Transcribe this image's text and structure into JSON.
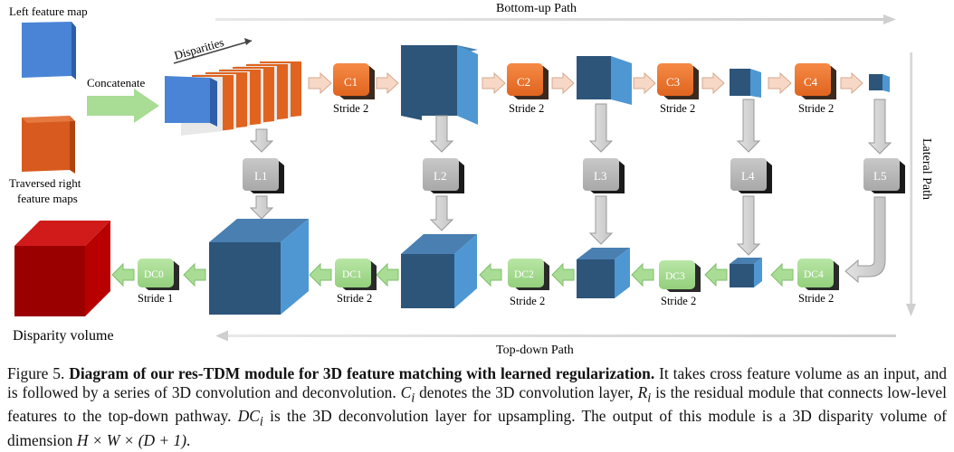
{
  "figure": {
    "left_feature_label": "Left feature map",
    "concatenate_label": "Concatenate",
    "disparities_label": "Disparities",
    "traversed_label_line1": "Traversed right",
    "traversed_label_line2": "feature maps",
    "bottom_up_path_label": "Bottom-up Path",
    "top_down_path_label": "Top-down Path",
    "lateral_path_label": "Lateral Path",
    "disparity_volume_label": "Disparity volume",
    "conv_blocks": [
      {
        "label": "C1",
        "stride": "Stride 2"
      },
      {
        "label": "C2",
        "stride": "Stride 2"
      },
      {
        "label": "C3",
        "stride": "Stride 2"
      },
      {
        "label": "C4",
        "stride": "Stride 2"
      }
    ],
    "lateral_blocks": [
      "L1",
      "L2",
      "L3",
      "L4",
      "L5"
    ],
    "deconv_blocks": [
      {
        "label": "DC0",
        "stride": "Stride 1"
      },
      {
        "label": "DC1",
        "stride": "Stride 2"
      },
      {
        "label": "DC2",
        "stride": "Stride 2"
      },
      {
        "label": "DC3",
        "stride": "Stride 2"
      },
      {
        "label": "DC4",
        "stride": "Stride 2"
      }
    ],
    "colors": {
      "conv_block": "#f07b35",
      "lateral_block": "#bdbdbd",
      "deconv_block": "#a9dc95",
      "volume_front": "#2d557a",
      "volume_side": "#4e97d2",
      "disparity_volume": "#b80000",
      "arrow_fill": "#f7d8c6",
      "green_arrow": "#a9dc95"
    }
  },
  "caption": {
    "figure_number": "Figure 5.",
    "bold_title": "Diagram of our res-TDM module for 3D feature matching with learned regularization.",
    "text_1": "It takes cross feature volume as an input, and is followed by a series of 3D convolution and deconvolution.",
    "math_ci": "C",
    "math_ci_sub": "i",
    "text_2": "denotes the 3D convolution layer,",
    "math_ri": "R",
    "math_ri_sub": "i",
    "text_3": "is the residual module that connects low-level features to the top-down pathway.",
    "math_dci": "DC",
    "math_dci_sub": "i",
    "text_4": "is the 3D deconvolution layer for upsampling. The output of this module is a 3D disparity volume of dimension",
    "math_dim": "H × W × (D + 1)",
    "text_end": "."
  }
}
